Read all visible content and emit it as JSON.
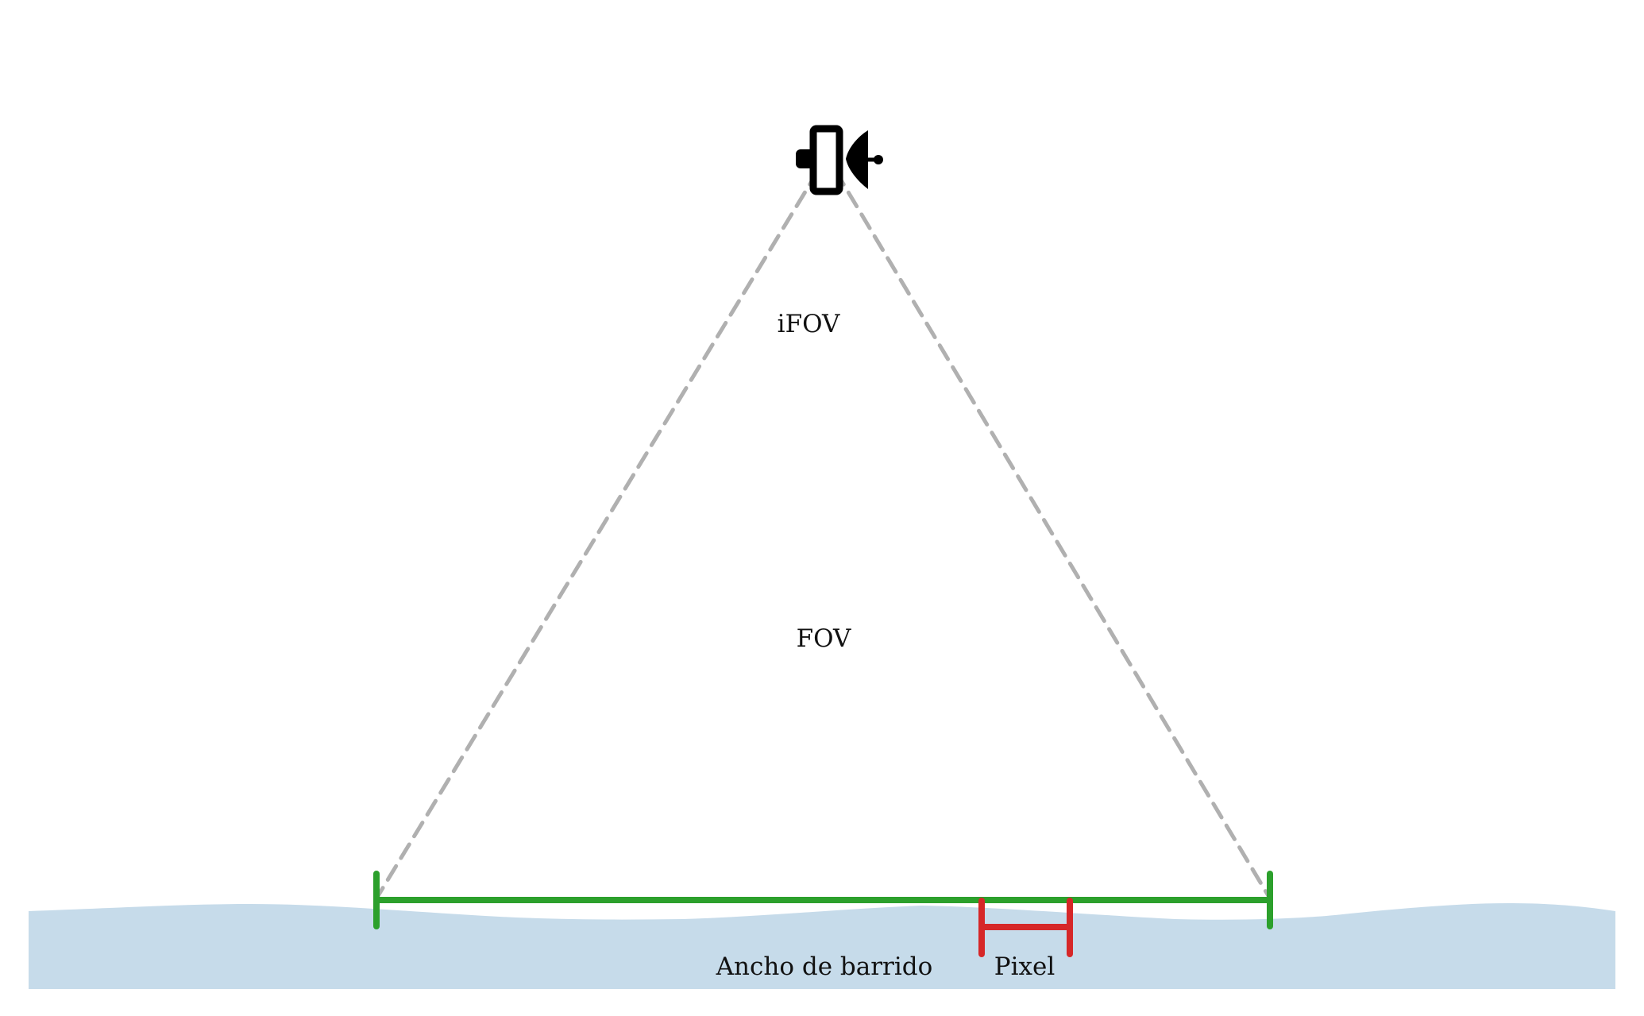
{
  "labels": {
    "ifov": "iFOV",
    "fov": "FOV",
    "swath": "Ancho de barrido",
    "pixel": "Pixel"
  },
  "icons": {
    "platform": "satellite-icon"
  },
  "colors": {
    "ground": "#c6dbea",
    "swath": "#2ca02c",
    "pixel": "#d62728",
    "field_of_view": "#b0b0b0",
    "satellite": "#000000",
    "text": "#111111"
  }
}
